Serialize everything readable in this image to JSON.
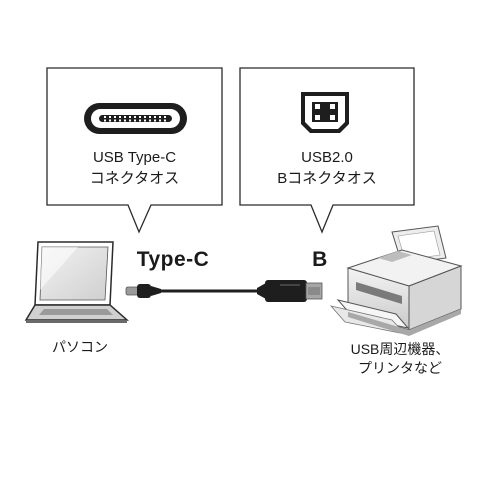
{
  "left_callout": {
    "line1": "USB Type-C",
    "line2": "コネクタオス"
  },
  "right_callout": {
    "line1": "USB2.0",
    "line2": "Bコネクタオス"
  },
  "cable": {
    "left_end_label": "Type-C",
    "right_end_label": "B"
  },
  "devices": {
    "laptop_label": "パソコン",
    "printer_label_line1": "USB周辺機器、",
    "printer_label_line2": "プリンタなど"
  },
  "colors": {
    "outline": "#2b2b2b",
    "connector_dark": "#1e1e1e",
    "printer_body": "#e3e3e3"
  }
}
